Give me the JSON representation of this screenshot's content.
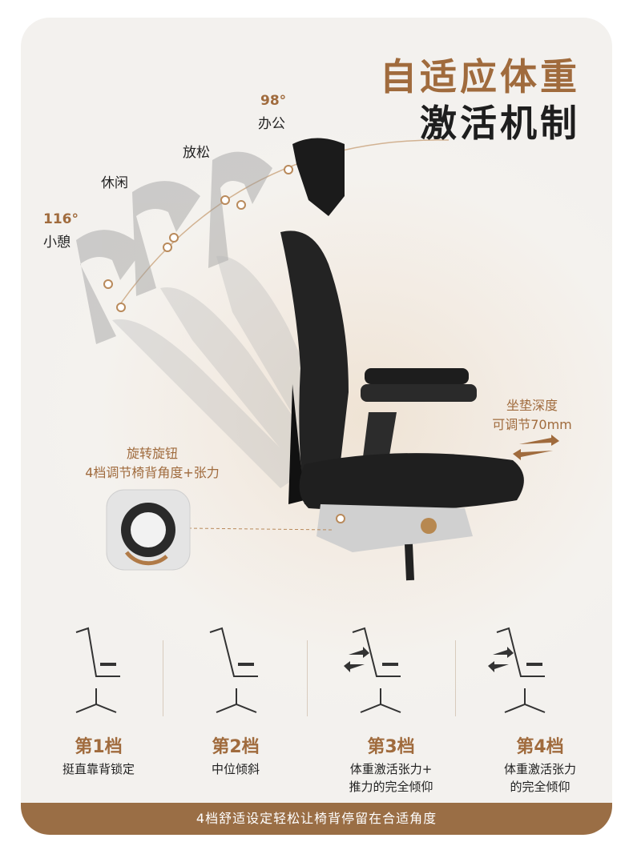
{
  "heading": {
    "line1": "自适应体重",
    "line2": "激活机制"
  },
  "positions": [
    {
      "angle": "98°",
      "name": "办公"
    },
    {
      "angle": "",
      "name": "放松"
    },
    {
      "angle": "",
      "name": "休闲"
    },
    {
      "angle": "116°",
      "name": "小憩"
    }
  ],
  "knob_callout": {
    "line1": "旋转旋钮",
    "line2": "4档调节椅背角度+张力"
  },
  "seat_callout": {
    "line1": "坐垫深度",
    "line2": "可调节70mm"
  },
  "modes": [
    {
      "name": "第1档",
      "desc_line1": "挺直靠背锁定",
      "desc_line2": ""
    },
    {
      "name": "第2档",
      "desc_line1": "中位倾斜",
      "desc_line2": ""
    },
    {
      "name": "第3档",
      "desc_line1": "体重激活张力+",
      "desc_line2": "推力的完全倾仰"
    },
    {
      "name": "第4档",
      "desc_line1": "体重激活张力",
      "desc_line2": "的完全倾仰"
    }
  ],
  "footer": "4档舒适设定轻松让椅背停留在合适角度",
  "colors": {
    "accent": "#a06b3d",
    "footer_bg": "#9a6e45",
    "dark": "#1e1e1e"
  }
}
